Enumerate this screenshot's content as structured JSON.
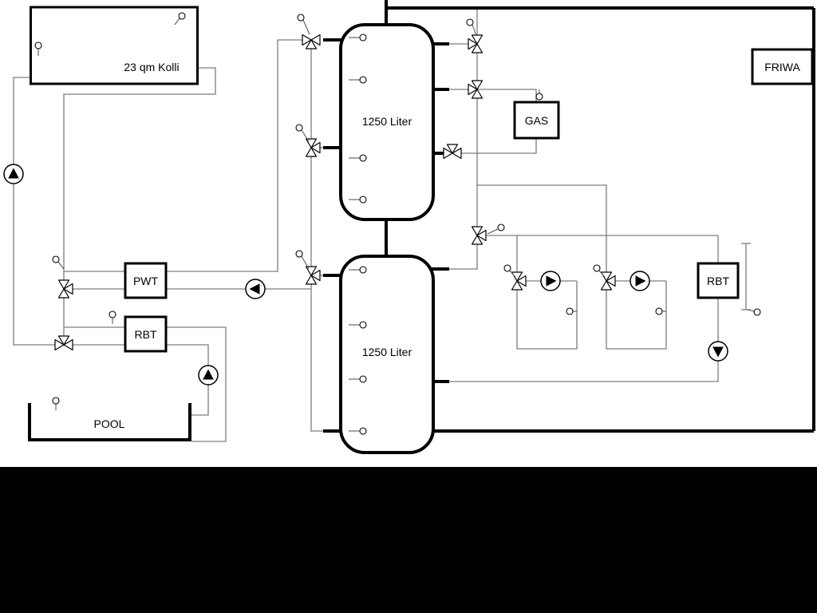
{
  "labels": {
    "collector": "23 qm Kolli",
    "upper_tank": "1250 Liter",
    "lower_tank": "1250 Liter",
    "pwt": "PWT",
    "rbt_left": "RBT",
    "rbt_right": "RBT",
    "gas": "GAS",
    "friwa": "FRIWA",
    "pool": "POOL"
  },
  "colors": {
    "pipe": "#000000",
    "line": "#7d7d7d",
    "background": "#ffffff",
    "footer_band": "#000000"
  }
}
